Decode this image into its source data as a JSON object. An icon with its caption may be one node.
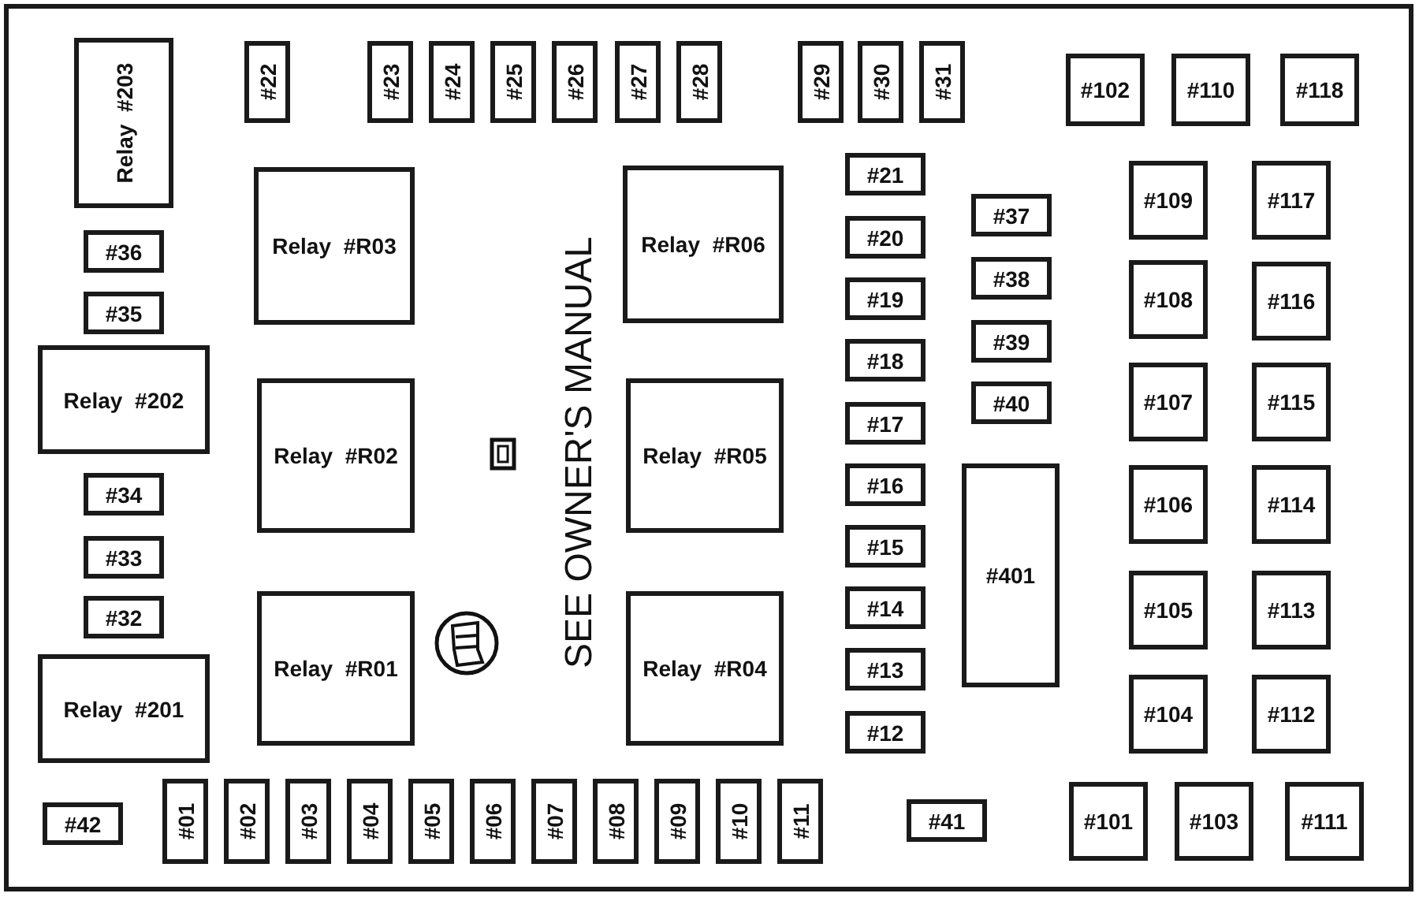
{
  "diagram": {
    "nodes": [
      {
        "text": [
          "Relay #203"
        ]
      },
      {
        "text": [
          "#22"
        ]
      },
      {
        "text": [
          "#23"
        ]
      },
      {
        "text": [
          "#24"
        ]
      },
      {
        "text": [
          "#25"
        ]
      },
      {
        "text": [
          "#26"
        ]
      },
      {
        "text": [
          "#27"
        ]
      },
      {
        "text": [
          "#28"
        ]
      },
      {
        "text": [
          "#29"
        ]
      },
      {
        "text": [
          "#30"
        ]
      },
      {
        "text": [
          "#31"
        ]
      },
      {
        "text": [
          "#102"
        ]
      },
      {
        "text": [
          "#110"
        ]
      },
      {
        "text": [
          "#118"
        ]
      },
      {
        "text": [
          "#36"
        ]
      },
      {
        "text": [
          "#35"
        ]
      },
      {
        "text": [
          "Relay #202"
        ]
      },
      {
        "text": [
          "#34"
        ]
      },
      {
        "text": [
          "#33"
        ]
      },
      {
        "text": [
          "#32"
        ]
      },
      {
        "text": [
          "Relay #201"
        ]
      },
      {
        "text": [
          "Relay #R03"
        ]
      },
      {
        "text": [
          "Relay #R02"
        ]
      },
      {
        "text": [
          "Relay #R01"
        ]
      },
      {
        "text": [
          "Relay #R06"
        ]
      },
      {
        "text": [
          "Relay #R05"
        ]
      },
      {
        "text": [
          "Relay #R04"
        ]
      },
      {
        "text": [
          "#21"
        ]
      },
      {
        "text": [
          "#20"
        ]
      },
      {
        "text": [
          "#19"
        ]
      },
      {
        "text": [
          "#18"
        ]
      },
      {
        "text": [
          "#17"
        ]
      },
      {
        "text": [
          "#16"
        ]
      },
      {
        "text": [
          "#15"
        ]
      },
      {
        "text": [
          "#14"
        ]
      },
      {
        "text": [
          "#13"
        ]
      },
      {
        "text": [
          "#12"
        ]
      },
      {
        "text": [
          "#37"
        ]
      },
      {
        "text": [
          "#38"
        ]
      },
      {
        "text": [
          "#39"
        ]
      },
      {
        "text": [
          "#40"
        ]
      },
      {
        "text": [
          "#401"
        ]
      },
      {
        "text": [
          "#109"
        ]
      },
      {
        "text": [
          "#108"
        ]
      },
      {
        "text": [
          "#107"
        ]
      },
      {
        "text": [
          "#106"
        ]
      },
      {
        "text": [
          "#105"
        ]
      },
      {
        "text": [
          "#104"
        ]
      },
      {
        "text": [
          "#117"
        ]
      },
      {
        "text": [
          "#116"
        ]
      },
      {
        "text": [
          "#115"
        ]
      },
      {
        "text": [
          "#114"
        ]
      },
      {
        "text": [
          "#113"
        ]
      },
      {
        "text": [
          "#112"
        ]
      },
      {
        "text": [
          "#42"
        ]
      },
      {
        "text": [
          "#01"
        ]
      },
      {
        "text": [
          "#02"
        ]
      },
      {
        "text": [
          "#03"
        ]
      },
      {
        "text": [
          "#04"
        ]
      },
      {
        "text": [
          "#05"
        ]
      },
      {
        "text": [
          "#06"
        ]
      },
      {
        "text": [
          "#07"
        ]
      },
      {
        "text": [
          "#08"
        ]
      },
      {
        "text": [
          "#09"
        ]
      },
      {
        "text": [
          "#10"
        ]
      },
      {
        "text": [
          "#11"
        ]
      },
      {
        "text": [
          "#41"
        ]
      },
      {
        "text": [
          "#101"
        ]
      },
      {
        "text": [
          "#103"
        ]
      },
      {
        "text": [
          "#111"
        ]
      }
    ],
    "labels": [
      "SEE OWNER'S MANUAL"
    ]
  }
}
